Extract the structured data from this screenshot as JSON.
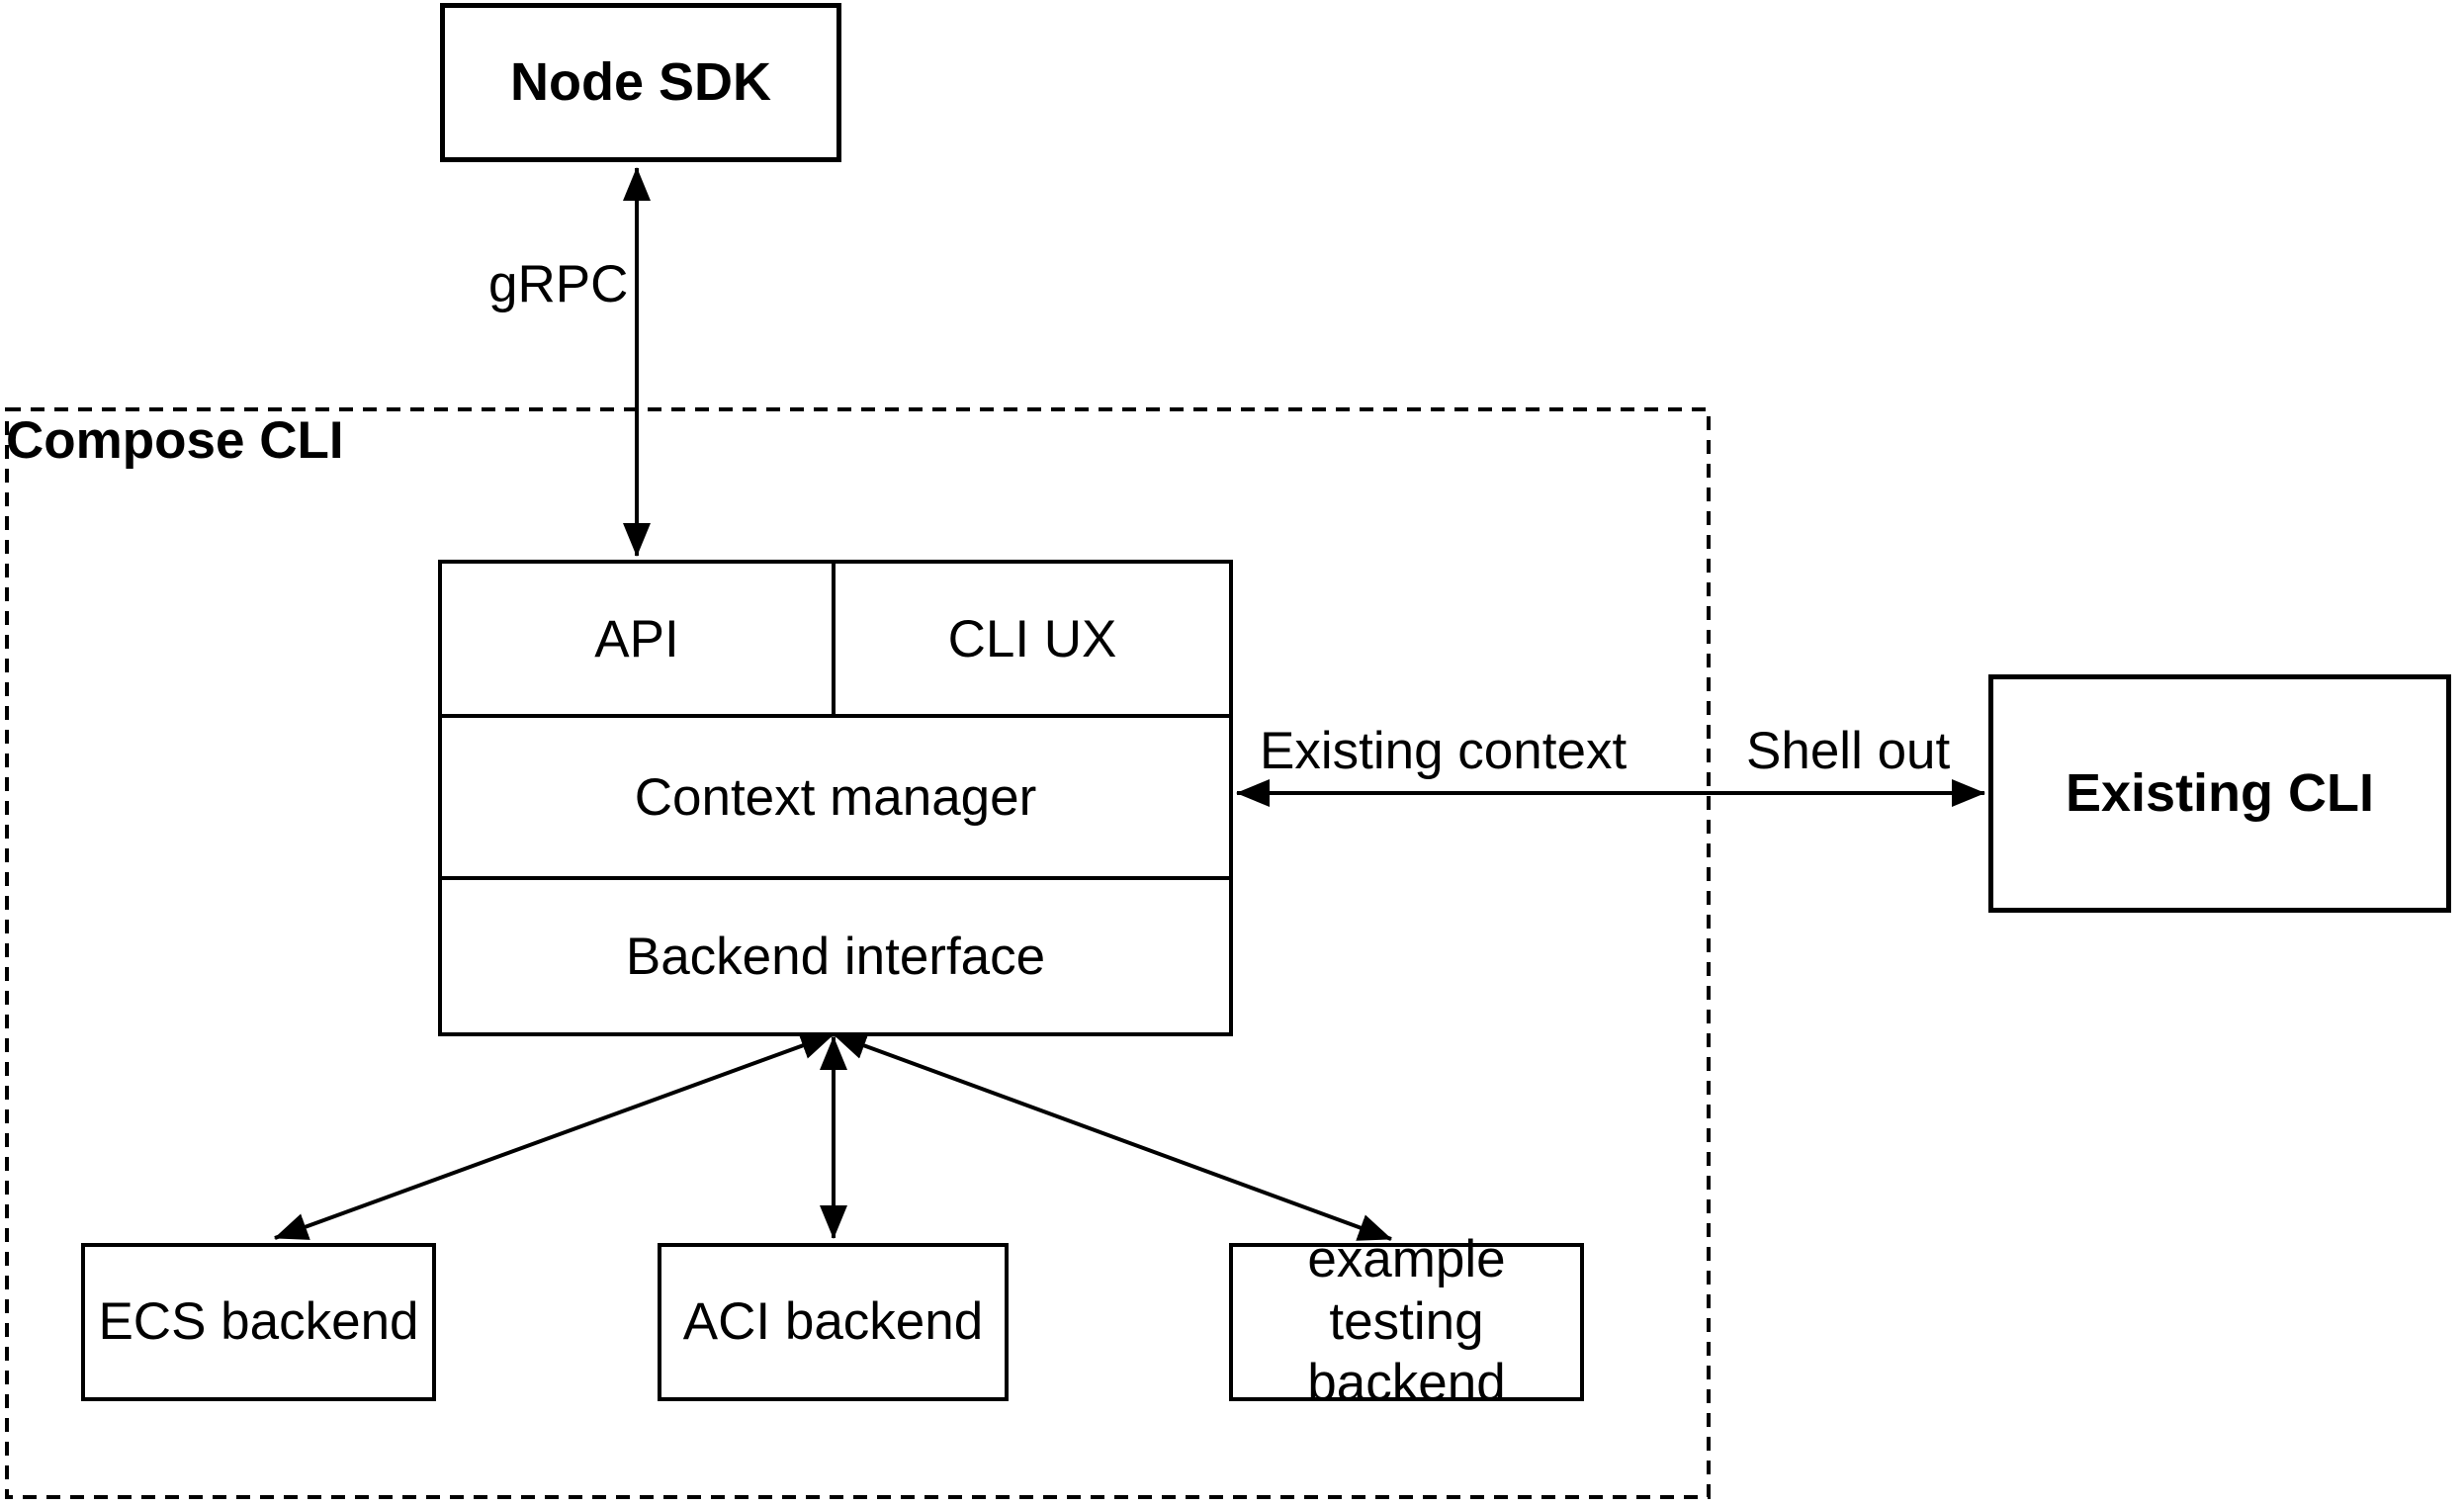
{
  "page": {
    "background": "#ffffff",
    "line_color": "#000000",
    "text_color": "#000000"
  },
  "nodes": {
    "node_sdk": {
      "label": "Node SDK"
    },
    "compose_cli_group": {
      "label": "Compose CLI"
    },
    "stack": {
      "api": "API",
      "cli_ux": "CLI UX",
      "context_manager": "Context manager",
      "backend_interface": "Backend interface"
    },
    "existing_cli": {
      "label": "Existing CLI"
    },
    "ecs_backend": {
      "label": "ECS backend"
    },
    "aci_backend": {
      "label": "ACI backend"
    },
    "example_testing_backend": {
      "label": "example testing\nbackend"
    }
  },
  "edges": {
    "grpc": {
      "label": "gRPC"
    },
    "existing_context": {
      "label": "Existing context"
    },
    "shell_out": {
      "label": "Shell out"
    }
  }
}
